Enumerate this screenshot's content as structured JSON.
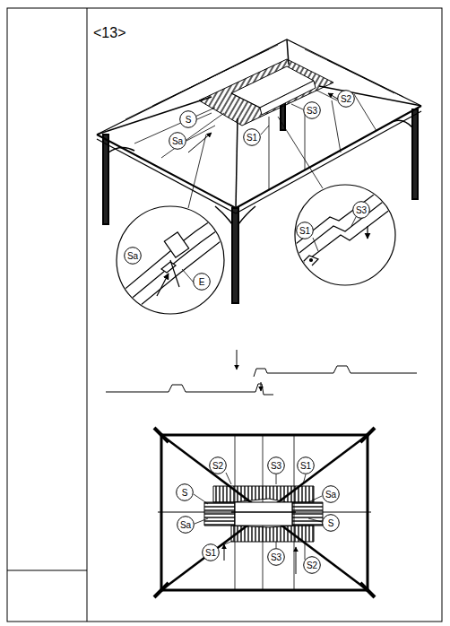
{
  "diagram": {
    "nodes": [
      {
        "text": [
          "S"
        ]
      },
      {
        "text": [
          "Sa"
        ]
      },
      {
        "text": [
          "S1"
        ]
      },
      {
        "text": [
          "S3"
        ]
      },
      {
        "text": [
          "S2"
        ]
      },
      {
        "text": [
          "Sa"
        ]
      },
      {
        "text": [
          "E"
        ]
      },
      {
        "text": [
          "S1"
        ]
      },
      {
        "text": [
          "S3"
        ]
      },
      {
        "text": [
          "S2"
        ]
      },
      {
        "text": [
          "S3"
        ]
      },
      {
        "text": [
          "S1"
        ]
      },
      {
        "text": [
          "S"
        ]
      },
      {
        "text": [
          "Sa"
        ]
      },
      {
        "text": [
          "Sa"
        ]
      },
      {
        "text": [
          "S"
        ]
      },
      {
        "text": [
          "S1"
        ]
      },
      {
        "text": [
          "S3"
        ]
      },
      {
        "text": [
          "S2"
        ]
      }
    ],
    "labels": [
      "<13>"
    ]
  }
}
